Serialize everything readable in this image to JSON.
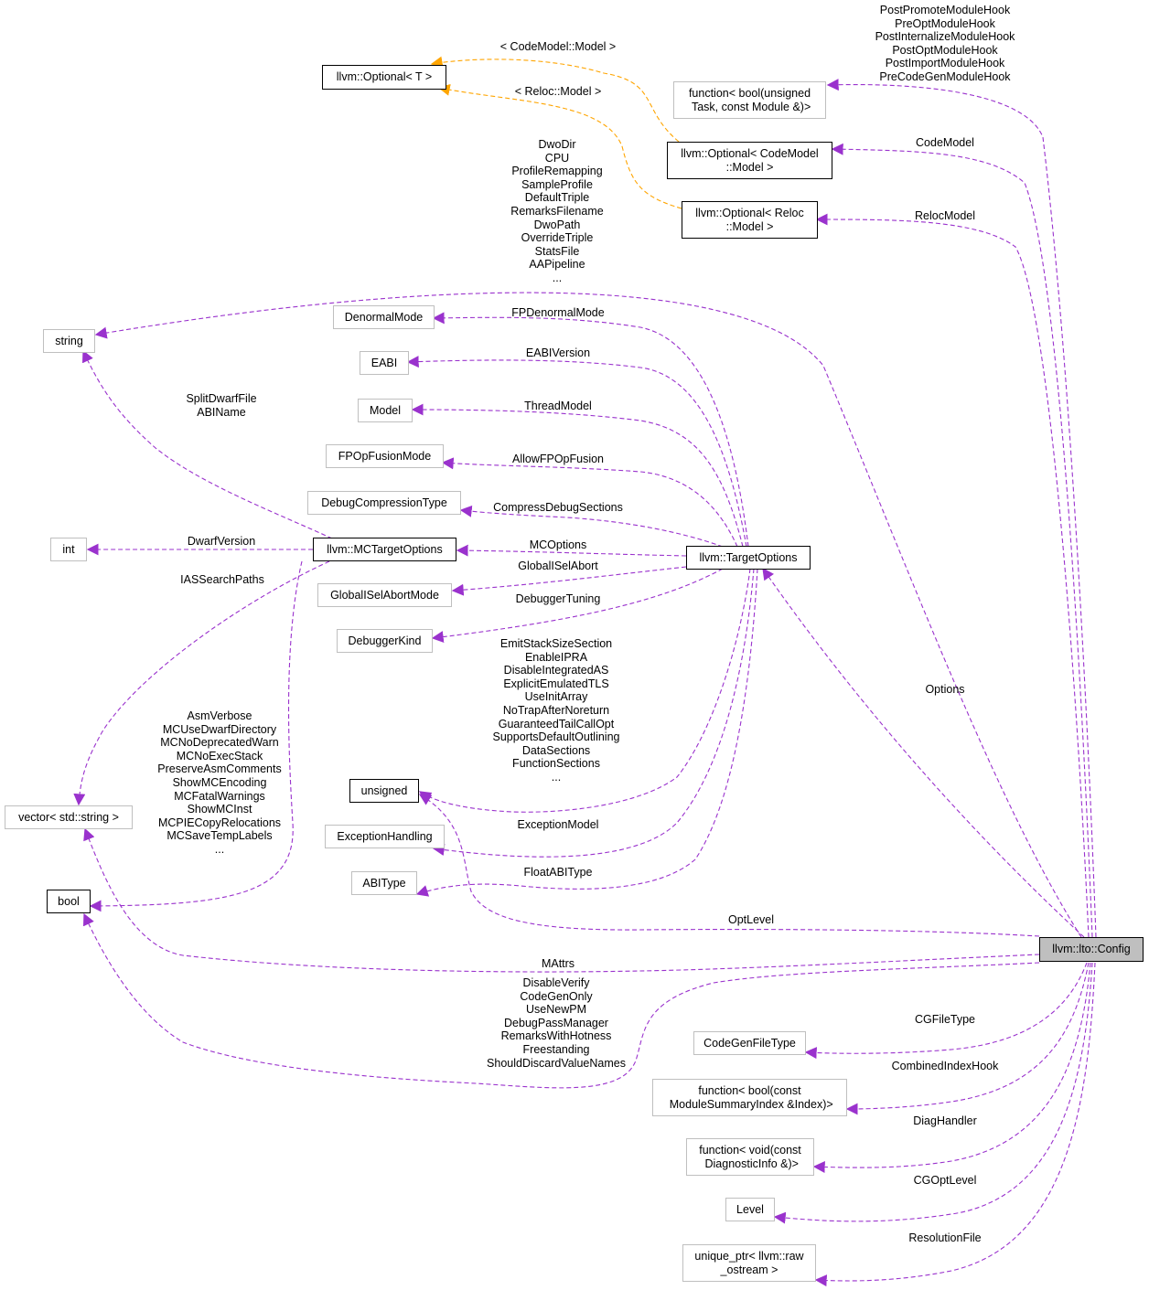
{
  "diagram": {
    "focus_node": "llvm::lto::Config",
    "colors": {
      "member_edge": "#9a32cd",
      "template_edge": "#ffa500",
      "node_border": "#bfbfbf",
      "node_border_strong": "#000000",
      "focus_fill": "#bfbfbf"
    },
    "nodes": [
      {
        "id": "config",
        "label": "llvm::lto::Config"
      },
      {
        "id": "optional_t",
        "label": "llvm::Optional< T >"
      },
      {
        "id": "function_hook",
        "label": "function< bool(unsigned\n Task, const Module &)>"
      },
      {
        "id": "optional_codemodel",
        "label": "llvm::Optional< CodeModel\n::Model >"
      },
      {
        "id": "optional_reloc",
        "label": "llvm::Optional< Reloc\n::Model >"
      },
      {
        "id": "string",
        "label": "string"
      },
      {
        "id": "denormalmode",
        "label": "DenormalMode"
      },
      {
        "id": "eabi",
        "label": "EABI"
      },
      {
        "id": "model",
        "label": "Model"
      },
      {
        "id": "fpopfusionmode",
        "label": "FPOpFusionMode"
      },
      {
        "id": "debugcompressiontype",
        "label": "DebugCompressionType"
      },
      {
        "id": "int",
        "label": "int"
      },
      {
        "id": "mctargetoptions",
        "label": "llvm::MCTargetOptions"
      },
      {
        "id": "targetoptions",
        "label": "llvm::TargetOptions"
      },
      {
        "id": "globalisel",
        "label": "GlobalISelAbortMode"
      },
      {
        "id": "debuggerkind",
        "label": "DebuggerKind"
      },
      {
        "id": "unsigned",
        "label": "unsigned"
      },
      {
        "id": "vector_string",
        "label": "vector< std::string >"
      },
      {
        "id": "exceptionhandling",
        "label": "ExceptionHandling"
      },
      {
        "id": "bool",
        "label": "bool"
      },
      {
        "id": "abitype",
        "label": "ABIType"
      },
      {
        "id": "codegenfiletype",
        "label": "CodeGenFileType"
      },
      {
        "id": "function_index",
        "label": "function< bool(const\n ModuleSummaryIndex &Index)>"
      },
      {
        "id": "function_diag",
        "label": "function< void(const\n DiagnosticInfo &)>"
      },
      {
        "id": "level",
        "label": "Level"
      },
      {
        "id": "unique_ptr",
        "label": "unique_ptr< llvm::raw\n_ostream >"
      }
    ],
    "edge_labels": [
      {
        "id": "hooks",
        "text": "PostPromoteModuleHook\nPreOptModuleHook\nPostInternalizeModuleHook\nPostOptModuleHook\nPostImportModuleHook\nPreCodeGenModuleHook"
      },
      {
        "id": "tmpl_codemodel",
        "text": "< CodeModel::Model >"
      },
      {
        "id": "tmpl_reloc",
        "text": "< Reloc::Model >"
      },
      {
        "id": "codemodel",
        "text": "CodeModel"
      },
      {
        "id": "relocmodel",
        "text": "RelocModel"
      },
      {
        "id": "strings",
        "text": "DwoDir\nCPU\nProfileRemapping\nSampleProfile\nDefaultTriple\nRemarksFilename\nDwoPath\nOverrideTriple\nStatsFile\nAAPipeline\n..."
      },
      {
        "id": "fpdenormal",
        "text": "FPDenormalMode"
      },
      {
        "id": "eabiversion",
        "text": "EABIVersion"
      },
      {
        "id": "threadmodel",
        "text": "ThreadModel"
      },
      {
        "id": "allowfpop",
        "text": "AllowFPOpFusion"
      },
      {
        "id": "compressdebug",
        "text": "CompressDebugSections"
      },
      {
        "id": "splitdwarf",
        "text": "SplitDwarfFile\nABIName"
      },
      {
        "id": "dwarfversion",
        "text": "DwarfVersion"
      },
      {
        "id": "mcoptions",
        "text": "MCOptions"
      },
      {
        "id": "globaliselabort",
        "text": "GlobalISelAbort"
      },
      {
        "id": "iassearch",
        "text": "IASSearchPaths"
      },
      {
        "id": "debuggertuning",
        "text": "DebuggerTuning"
      },
      {
        "id": "options",
        "text": "Options"
      },
      {
        "id": "targetbools",
        "text": "EmitStackSizeSection\nEnableIPRA\nDisableIntegratedAS\nExplicitEmulatedTLS\nUseInitArray\nNoTrapAfterNoreturn\nGuaranteedTailCallOpt\nSupportsDefaultOutlining\nDataSections\nFunctionSections\n..."
      },
      {
        "id": "mcbools",
        "text": "AsmVerbose\nMCUseDwarfDirectory\nMCNoDeprecatedWarn\nMCNoExecStack\nPreserveAsmComments\nShowMCEncoding\nMCFatalWarnings\nShowMCInst\nMCPIECopyRelocations\nMCSaveTempLabels\n..."
      },
      {
        "id": "exceptionmodel",
        "text": "ExceptionModel"
      },
      {
        "id": "floatabitype",
        "text": "FloatABIType"
      },
      {
        "id": "optlevel",
        "text": "OptLevel"
      },
      {
        "id": "mattrs",
        "text": "MAttrs"
      },
      {
        "id": "configbools",
        "text": "DisableVerify\nCodeGenOnly\nUseNewPM\nDebugPassManager\nRemarksWithHotness\nFreestanding\nShouldDiscardValueNames"
      },
      {
        "id": "cgfiletype",
        "text": "CGFileType"
      },
      {
        "id": "combinedindexhook",
        "text": "CombinedIndexHook"
      },
      {
        "id": "diaghandler",
        "text": "DiagHandler"
      },
      {
        "id": "cgoptlevel",
        "text": "CGOptLevel"
      },
      {
        "id": "resolutionfile",
        "text": "ResolutionFile"
      }
    ]
  }
}
